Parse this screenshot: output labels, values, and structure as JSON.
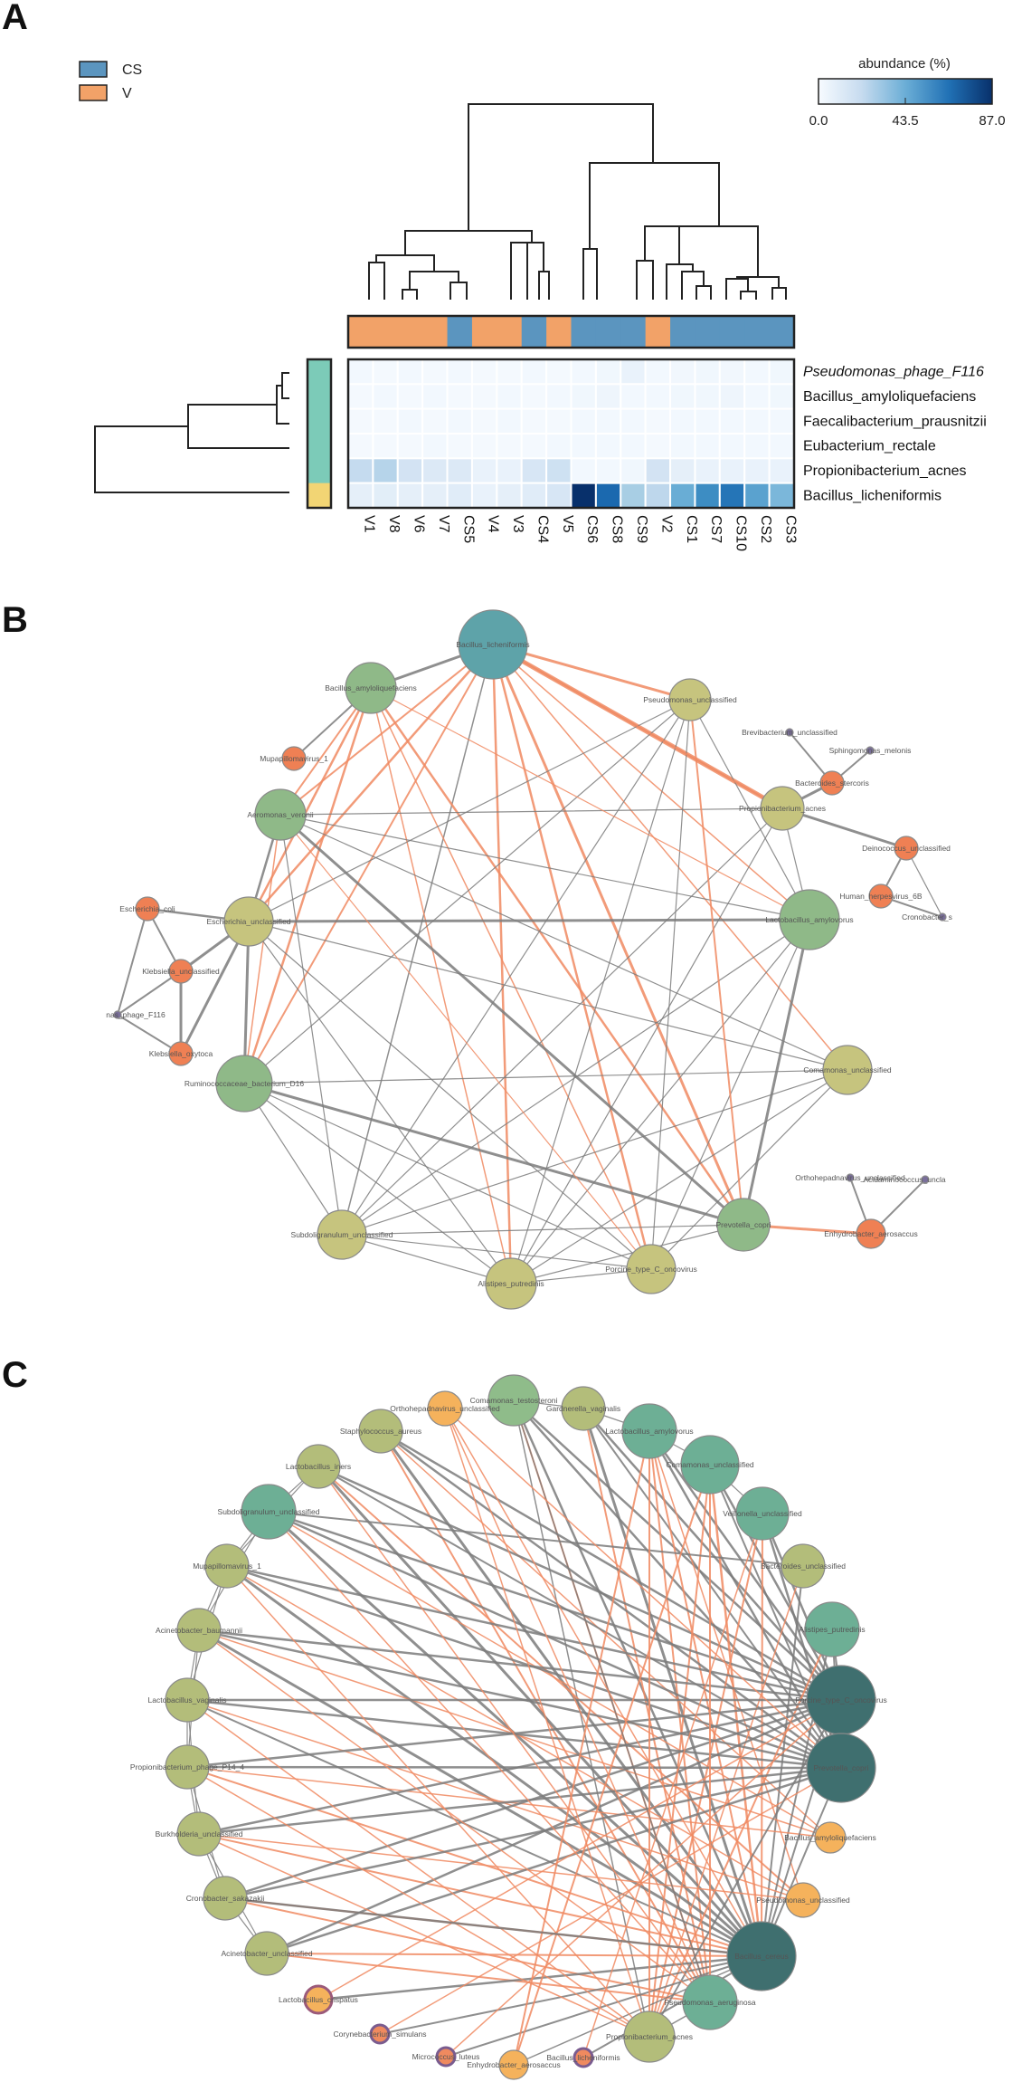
{
  "panels": {
    "a": {
      "letter": "A"
    },
    "b": {
      "letter": "B"
    },
    "c": {
      "letter": "C"
    }
  },
  "heatmap": {
    "legend": [
      {
        "label": "CS",
        "color": "#5b95bf"
      },
      {
        "label": "V",
        "color": "#f2a268"
      }
    ],
    "colorbar": {
      "title": "abundance (%)",
      "ticks": [
        "0.0",
        "43.5",
        "87.0"
      ],
      "min": 0,
      "max": 87.0,
      "colors": [
        "#f7fbff",
        "#08306b"
      ]
    },
    "columns": [
      "V1",
      "V8",
      "V6",
      "V7",
      "CS5",
      "V4",
      "V3",
      "CS4",
      "V5",
      "CS6",
      "CS8",
      "CS9",
      "V2",
      "CS1",
      "CS7",
      "CS10",
      "CS2",
      "CS3"
    ],
    "rows": [
      {
        "label": "Pseudomonas_phage_F116",
        "italic": true,
        "group_color": "#7ccbb8",
        "values": [
          2,
          1.5,
          2,
          1.5,
          2,
          1.5,
          1.5,
          2,
          1.5,
          2,
          3,
          6,
          2,
          2.5,
          3,
          2.5,
          2,
          3
        ]
      },
      {
        "label": "Bacillus_amyloliquefaciens",
        "italic": false,
        "group_color": "#7ccbb8",
        "values": [
          1.5,
          2,
          1.5,
          2,
          1.5,
          1.5,
          2,
          1.5,
          2,
          3,
          4,
          2,
          2,
          3,
          3,
          4,
          2,
          3
        ]
      },
      {
        "label": "Faecalibacterium_prausnitzii",
        "italic": false,
        "group_color": "#7ccbb8",
        "values": [
          1.5,
          1.5,
          2,
          1.5,
          2,
          1.5,
          2,
          1.5,
          1.5,
          2,
          2,
          2,
          1.5,
          2,
          2,
          2,
          2,
          2
        ]
      },
      {
        "label": "Eubacterium_rectale",
        "italic": false,
        "group_color": "#7ccbb8",
        "values": [
          1.5,
          1.5,
          1.5,
          2,
          1.5,
          1.5,
          1.5,
          1.5,
          2,
          2,
          2,
          2,
          1.5,
          2,
          2,
          2,
          2,
          2
        ]
      },
      {
        "label": "Propionibacterium_acnes",
        "italic": false,
        "group_color": "#7ccbb8",
        "values": [
          22,
          26,
          16,
          12,
          12,
          6,
          6,
          14,
          18,
          2,
          2,
          3,
          16,
          8,
          6,
          6,
          6,
          6
        ]
      },
      {
        "label": "Bacillus_licheniformis",
        "italic": false,
        "group_color": "#f2d574",
        "values": [
          8,
          9,
          8,
          8,
          10,
          6,
          8,
          10,
          14,
          87,
          68,
          30,
          24,
          44,
          56,
          64,
          48,
          40
        ]
      }
    ],
    "column_groups": [
      "V",
      "V",
      "V",
      "V",
      "CS",
      "V",
      "V",
      "CS",
      "V",
      "CS",
      "CS",
      "CS",
      "V",
      "CS",
      "CS",
      "CS",
      "CS",
      "CS"
    ]
  },
  "network_b": {
    "nodes": [
      {
        "id": "b0",
        "label": "Bacillus_licheniformis"
      },
      {
        "id": "b1",
        "label": "Bacillus_amyloliquefaciens"
      },
      {
        "id": "b2",
        "label": "Pseudomonas_unclassified"
      },
      {
        "id": "b3",
        "label": "Mupapillomavirus_1"
      },
      {
        "id": "b4",
        "label": "Aeromonas_veronii"
      },
      {
        "id": "b5",
        "label": "Propionibacterium_acnes"
      },
      {
        "id": "b6",
        "label": "Bacteroides_stercoris"
      },
      {
        "id": "b7",
        "label": "Brevibacterium_unclassified"
      },
      {
        "id": "b8",
        "label": "Sphingomonas_melonis"
      },
      {
        "id": "b9",
        "label": "Deinococcus_unclassified"
      },
      {
        "id": "b10",
        "label": "Human_herpesvirus_6B"
      },
      {
        "id": "b11",
        "label": "Cronobacter_s"
      },
      {
        "id": "b12",
        "label": "Escherichia_coli"
      },
      {
        "id": "b13",
        "label": "Escherichia_unclassified"
      },
      {
        "id": "b14",
        "label": "Klebsiella_unclassified"
      },
      {
        "id": "b15",
        "label": "nas_phage_F116"
      },
      {
        "id": "b16",
        "label": "Klebsiella_oxytoca"
      },
      {
        "id": "b17",
        "label": "Lactobacillus_amylovorus"
      },
      {
        "id": "b18",
        "label": "Ruminococcaceae_bacterium_D16"
      },
      {
        "id": "b19",
        "label": "Comamonas_unclassified"
      },
      {
        "id": "b20",
        "label": "Orthohepadnavirus_unclassified"
      },
      {
        "id": "b21",
        "label": "Acidaminococcus_uncla"
      },
      {
        "id": "b22",
        "label": "Enhydrobacter_aerosaccus"
      },
      {
        "id": "b23",
        "label": "Prevotella_copri"
      },
      {
        "id": "b24",
        "label": "Subdoligranulum_unclassified"
      },
      {
        "id": "b25",
        "label": "Porcine_type_C_oncovirus"
      },
      {
        "id": "b26",
        "label": "Alistipes_putredinis"
      }
    ]
  },
  "network_c": {
    "nodes": [
      {
        "id": "c0",
        "label": "Orthohepadnavirus_unclassified"
      },
      {
        "id": "c1",
        "label": "Comamonas_testosteroni"
      },
      {
        "id": "c2",
        "label": "Gardnerella_vaginalis"
      },
      {
        "id": "c3",
        "label": "Lactobacillus_amylovorus"
      },
      {
        "id": "c4",
        "label": "Staphylococcus_aureus"
      },
      {
        "id": "c5",
        "label": "Lactobacillus_iners"
      },
      {
        "id": "c6",
        "label": "Comamonas_unclassified"
      },
      {
        "id": "c7",
        "label": "Subdoligranulum_unclassified"
      },
      {
        "id": "c8",
        "label": "Veillonella_unclassified"
      },
      {
        "id": "c9",
        "label": "Mupapillomavirus_1"
      },
      {
        "id": "c10",
        "label": "Bacteroides_unclassified"
      },
      {
        "id": "c11",
        "label": "Acinetobacter_baumannii"
      },
      {
        "id": "c12",
        "label": "Alistipes_putredinis"
      },
      {
        "id": "c13",
        "label": "Lactobacillus_vaginalis"
      },
      {
        "id": "c14",
        "label": "Porcine_type_C_oncovirus"
      },
      {
        "id": "c15",
        "label": "Propionibacterium_phage_P14_4"
      },
      {
        "id": "c16",
        "label": "Prevotella_copri"
      },
      {
        "id": "c17",
        "label": "Burkholderia_unclassified"
      },
      {
        "id": "c18",
        "label": "Bacillus_amyloliquefaciens"
      },
      {
        "id": "c19",
        "label": "Cronobacter_sakazakii"
      },
      {
        "id": "c20",
        "label": "Pseudomonas_unclassified"
      },
      {
        "id": "c21",
        "label": "Acinetobacter_unclassified"
      },
      {
        "id": "c22",
        "label": "Bacillus_cereus"
      },
      {
        "id": "c23",
        "label": "Lactobacillus_crispatus"
      },
      {
        "id": "c24",
        "label": "Pseudomonas_aeruginosa"
      },
      {
        "id": "c25",
        "label": "Corynebacterium_simulans"
      },
      {
        "id": "c26",
        "label": "Propionibacterium_acnes"
      },
      {
        "id": "c27",
        "label": "Micrococcus_luteus"
      },
      {
        "id": "c28",
        "label": "Enhydrobacter_aerosaccus"
      },
      {
        "id": "c29",
        "label": "Bacillus_licheniformis"
      }
    ]
  }
}
